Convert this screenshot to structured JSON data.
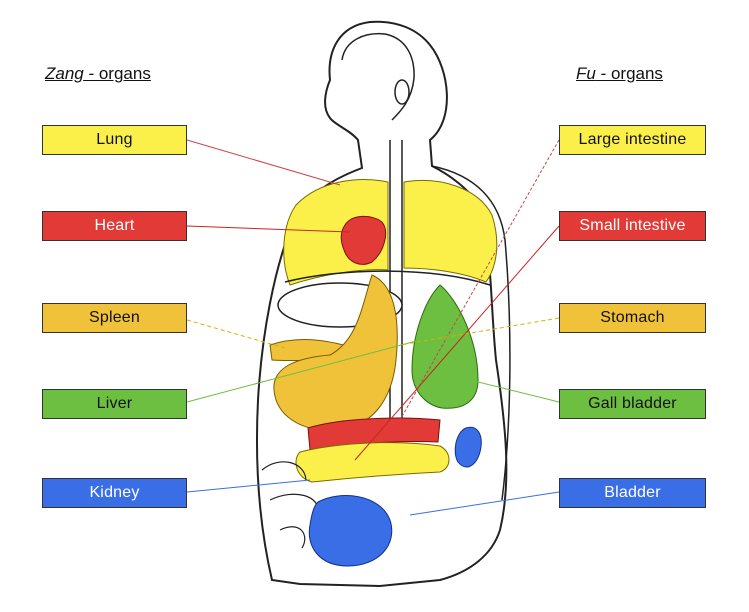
{
  "zang": {
    "heading_italic": "Zang",
    "heading_rest": " - organs",
    "items": [
      {
        "label": "Lung",
        "color": "#fbf04a"
      },
      {
        "label": "Heart",
        "color": "#e23a36"
      },
      {
        "label": "Spleen",
        "color": "#f0c239"
      },
      {
        "label": "Liver",
        "color": "#6cbf40"
      },
      {
        "label": "Kidney",
        "color": "#3a6ee6"
      }
    ]
  },
  "fu": {
    "heading_italic": "Fu",
    "heading_rest": " - organs",
    "items": [
      {
        "label": "Large intestine",
        "color": "#fbf04a"
      },
      {
        "label": "Small intestive",
        "color": "#e23a36"
      },
      {
        "label": "Stomach",
        "color": "#f0c239"
      },
      {
        "label": "Gall bladder",
        "color": "#6cbf40"
      },
      {
        "label": "Bladder",
        "color": "#3a6ee6"
      }
    ]
  },
  "figure": {
    "skin_color": "#ffffff",
    "outline_color": "#222222"
  }
}
